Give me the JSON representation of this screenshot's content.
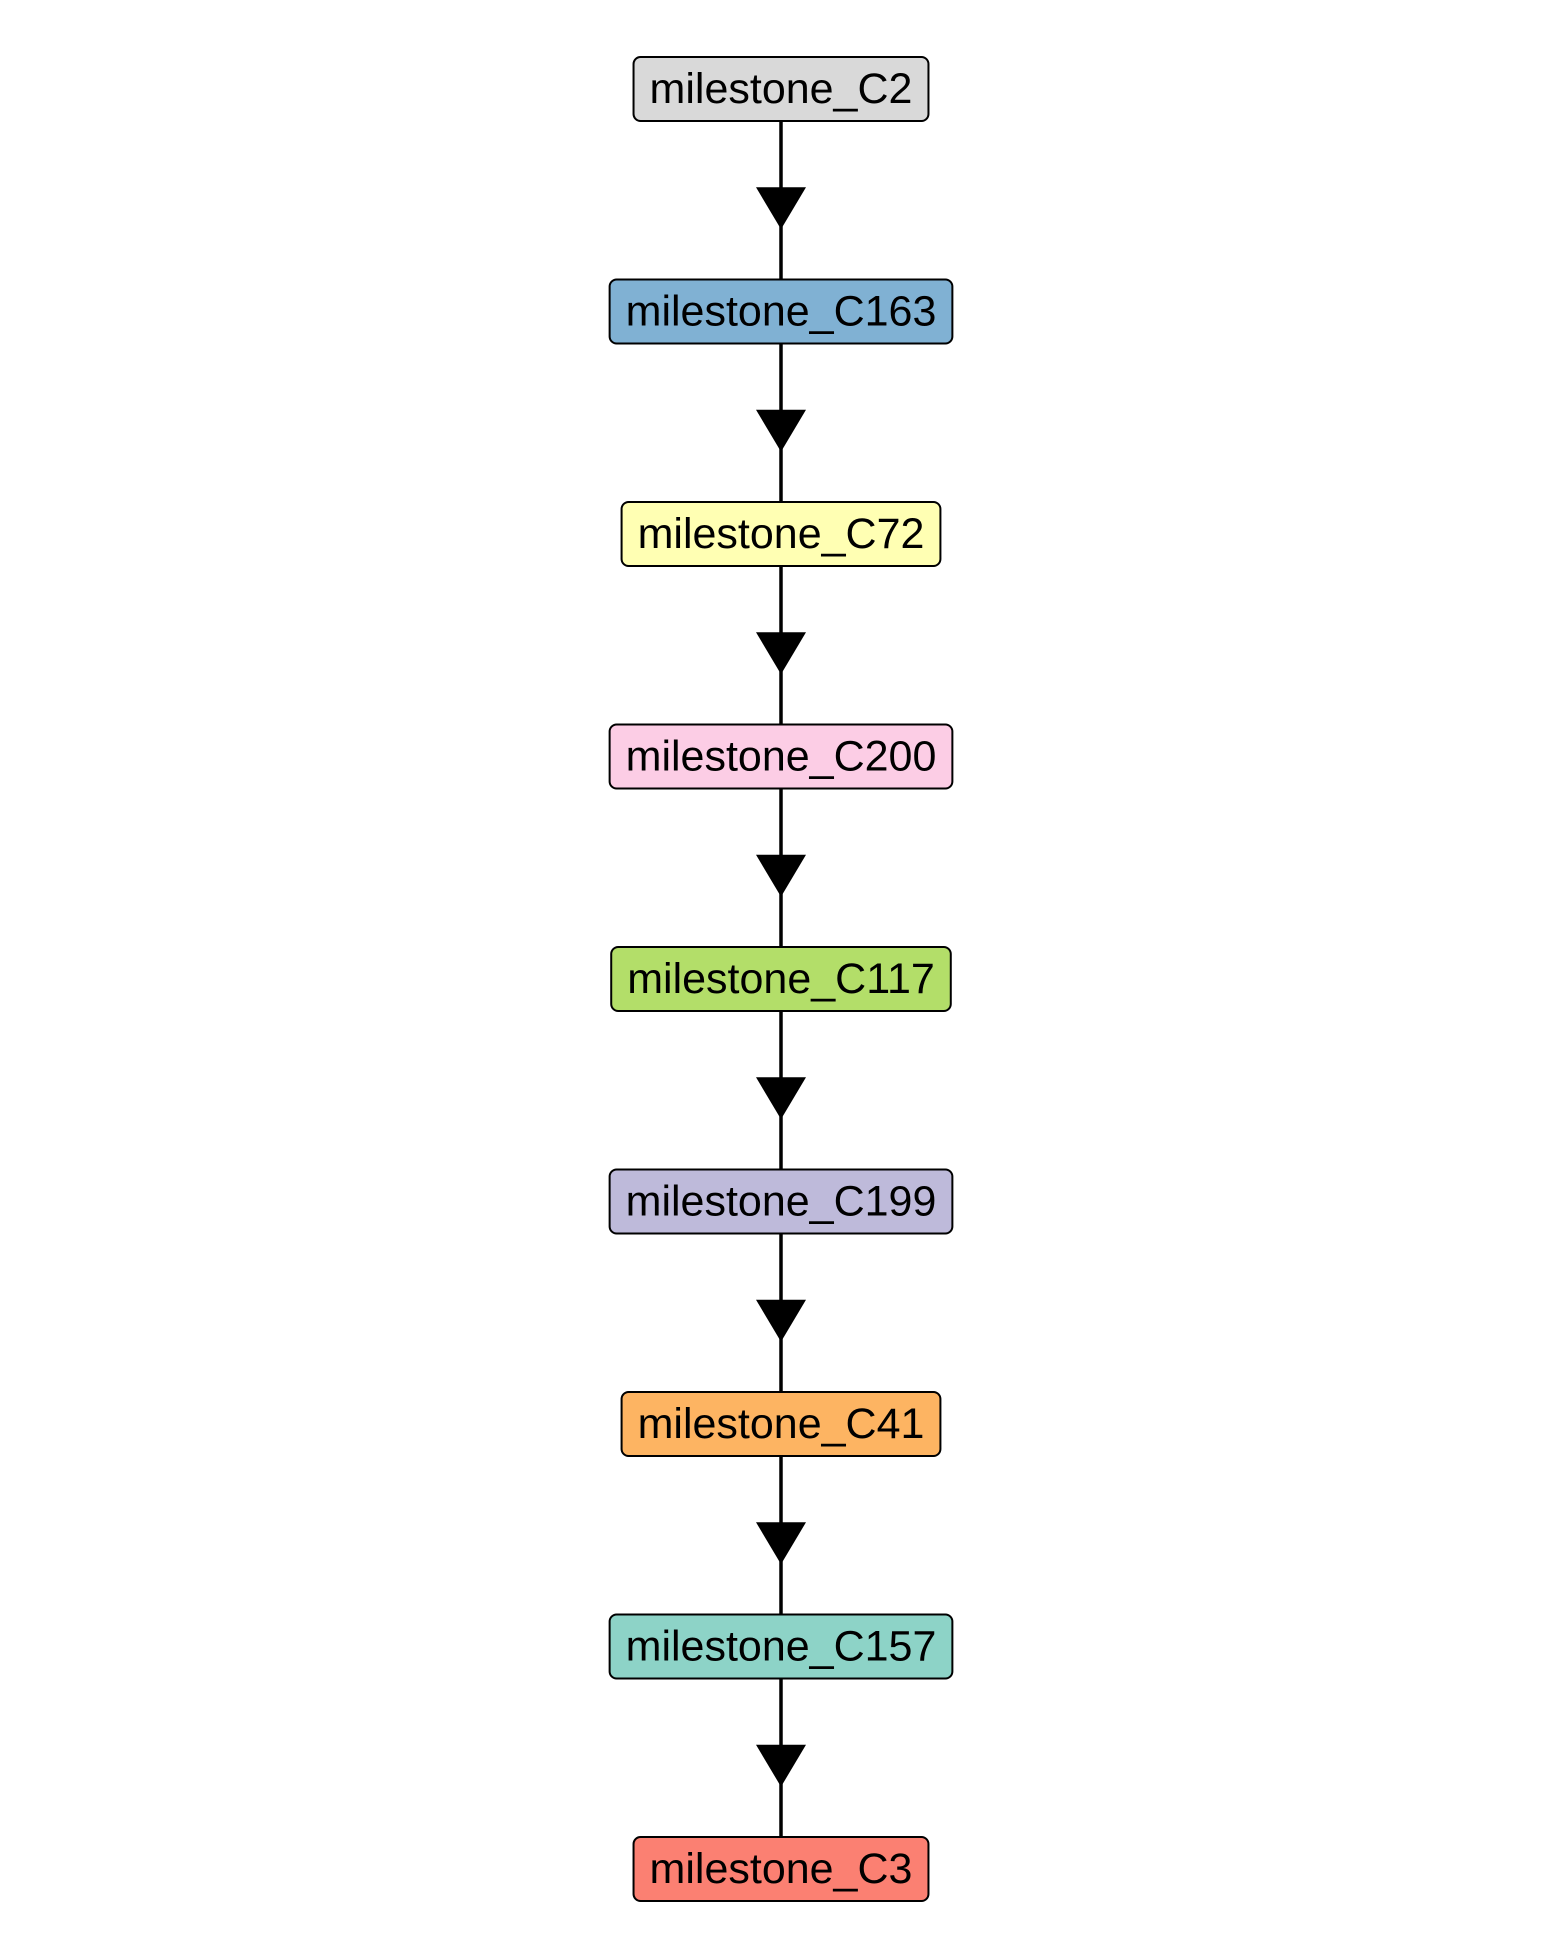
{
  "diagram": {
    "type": "flowchart-linear",
    "direction": "top-to-bottom",
    "nodes": [
      {
        "id": "milestone_C2",
        "label": "milestone_C2",
        "color": "#d9d9d9"
      },
      {
        "id": "milestone_C163",
        "label": "milestone_C163",
        "color": "#80b1d3"
      },
      {
        "id": "milestone_C72",
        "label": "milestone_C72",
        "color": "#ffffb3"
      },
      {
        "id": "milestone_C200",
        "label": "milestone_C200",
        "color": "#fccde5"
      },
      {
        "id": "milestone_C117",
        "label": "milestone_C117",
        "color": "#b3de69"
      },
      {
        "id": "milestone_C199",
        "label": "milestone_C199",
        "color": "#bebada"
      },
      {
        "id": "milestone_C41",
        "label": "milestone_C41",
        "color": "#fdb462"
      },
      {
        "id": "milestone_C157",
        "label": "milestone_C157",
        "color": "#8dd3c7"
      },
      {
        "id": "milestone_C3",
        "label": "milestone_C3",
        "color": "#fb8072"
      }
    ],
    "edges": [
      {
        "from": "milestone_C2",
        "to": "milestone_C163"
      },
      {
        "from": "milestone_C163",
        "to": "milestone_C72"
      },
      {
        "from": "milestone_C72",
        "to": "milestone_C200"
      },
      {
        "from": "milestone_C200",
        "to": "milestone_C117"
      },
      {
        "from": "milestone_C117",
        "to": "milestone_C199"
      },
      {
        "from": "milestone_C199",
        "to": "milestone_C41"
      },
      {
        "from": "milestone_C41",
        "to": "milestone_C157"
      },
      {
        "from": "milestone_C157",
        "to": "milestone_C3"
      }
    ],
    "edge_color": "#000000",
    "node_border_color": "#000000"
  }
}
